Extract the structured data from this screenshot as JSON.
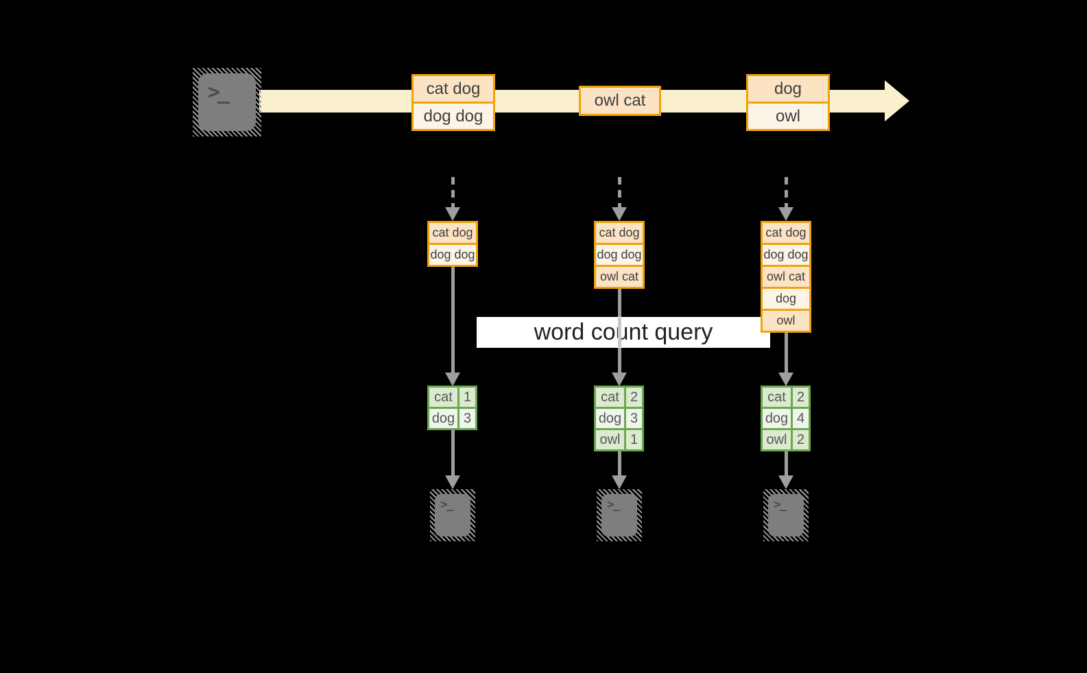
{
  "colors": {
    "background": "#000000",
    "stream_band": "#FBF0CE",
    "event_border": "#F0A30A",
    "event_fill_dark": "#FBE3C4",
    "event_fill_light": "#FDF4E8",
    "connector_gray": "#9E9E9E",
    "table_border": "#6BA84E",
    "table_fill_dark": "#DCEAD0",
    "table_fill_light": "#F0F5EC",
    "terminal_gray": "#7E7E7E",
    "query_band_bg": "#FFFFFF"
  },
  "source": {
    "terminal_glyph": ">_"
  },
  "sinks": {
    "terminal_glyph": ">_"
  },
  "query": {
    "label": "word count query"
  },
  "stream": {
    "events": [
      {
        "lines": [
          "cat dog",
          "dog dog"
        ]
      },
      {
        "lines": [
          "owl cat"
        ]
      },
      {
        "lines": [
          "dog",
          "owl"
        ]
      }
    ]
  },
  "columns": [
    {
      "buffered_events": [
        "cat dog",
        "dog dog"
      ],
      "counts": [
        {
          "word": "cat",
          "count": 1
        },
        {
          "word": "dog",
          "count": 3
        }
      ]
    },
    {
      "buffered_events": [
        "cat dog",
        "dog dog",
        "owl cat"
      ],
      "counts": [
        {
          "word": "cat",
          "count": 2
        },
        {
          "word": "dog",
          "count": 3
        },
        {
          "word": "owl",
          "count": 1
        }
      ]
    },
    {
      "buffered_events": [
        "cat dog",
        "dog dog",
        "owl cat",
        "dog",
        "owl"
      ],
      "counts": [
        {
          "word": "cat",
          "count": 2
        },
        {
          "word": "dog",
          "count": 4
        },
        {
          "word": "owl",
          "count": 2
        }
      ]
    }
  ]
}
